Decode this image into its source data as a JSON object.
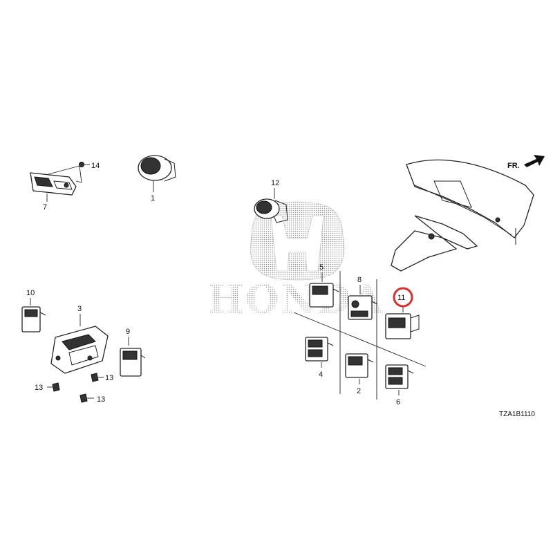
{
  "callouts": {
    "c1": "1",
    "c2": "2",
    "c3": "3",
    "c4": "4",
    "c5": "5",
    "c6": "6",
    "c7": "7",
    "c8": "8",
    "c9": "9",
    "c10": "10",
    "c11": "11",
    "c12": "12",
    "c13a": "13",
    "c13b": "13",
    "c13c": "13",
    "c14": "14"
  },
  "watermark": {
    "brand_text": "HONDA"
  },
  "direction_label": "FR.",
  "reference_code": "TZA1B1110",
  "highlight": {
    "part": "11",
    "color": "#d9302a"
  },
  "colors": {
    "line": "#222222",
    "background": "#ffffff",
    "watermark": "#9a9a9a"
  }
}
